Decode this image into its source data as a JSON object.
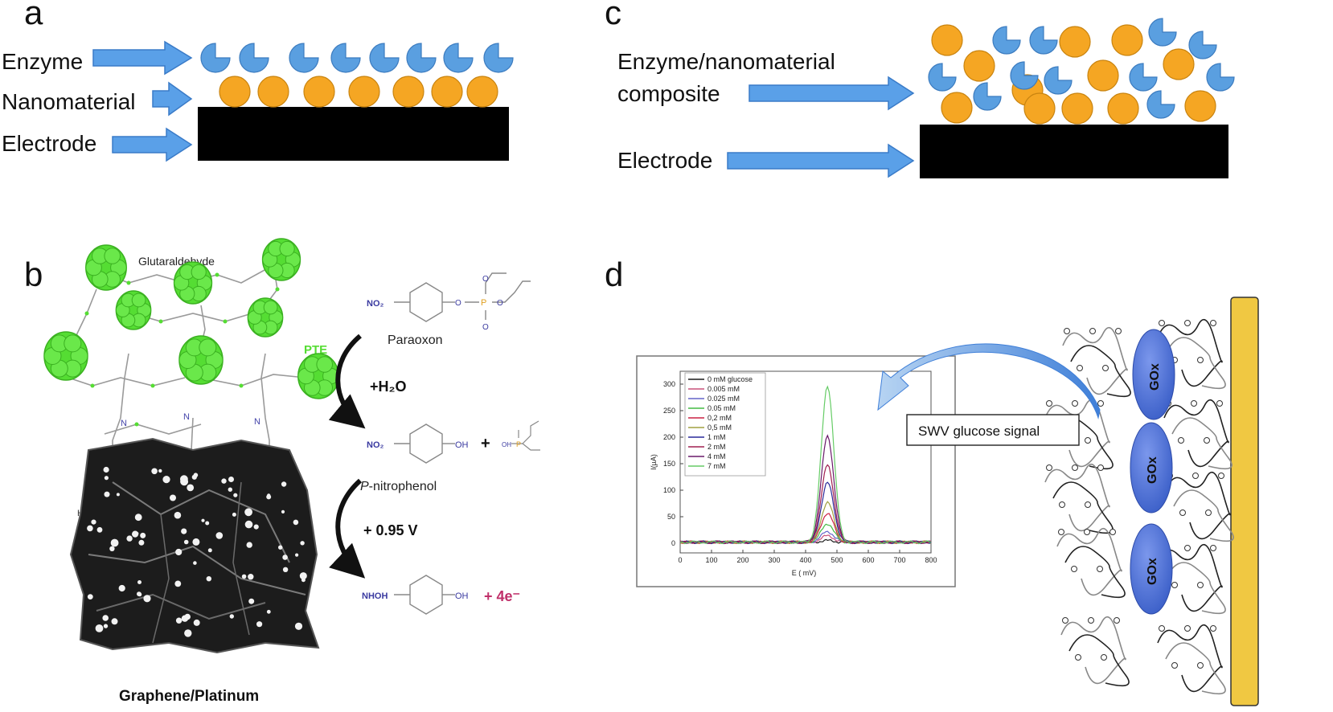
{
  "panels": {
    "a": {
      "letter": "a",
      "labels": [
        "Enzyme",
        "Nanomaterial",
        "Electrode"
      ]
    },
    "b": {
      "letter": "b",
      "crosslinker": "Glutaraldehyde",
      "enzyme": "PTE",
      "hydroxyl_left": "HO",
      "hydroxyl_right": "OH",
      "substrate_name": "Paraoxon",
      "step1": "+H₂O",
      "product_name_prefix": "P",
      "product_name_suffix": "-nitrophenol",
      "step2": "+ 0.95 V",
      "no2": "NO₂",
      "oh": "OH",
      "plus": "+",
      "nhoh": "NHOH",
      "electrons": "+ 4e⁻",
      "support": "Graphene/Platinum",
      "amine_label": "NH",
      "n_label": "N",
      "o_label": "O",
      "p_label": "P"
    },
    "c": {
      "letter": "c",
      "labels": [
        "Enzyme/nanomaterial",
        "composite",
        "Electrode"
      ]
    },
    "d": {
      "letter": "d",
      "signal_label": "SWV glucose signal",
      "enzyme_label": "GOx"
    }
  },
  "chart_data": {
    "type": "line",
    "xlabel": "E ( mV)",
    "ylabel": "I(µA)",
    "xlim": [
      0,
      800
    ],
    "ylim": [
      -10,
      310
    ],
    "xticks": [
      0,
      100,
      200,
      300,
      400,
      500,
      600,
      700,
      800
    ],
    "yticks": [
      0,
      50,
      100,
      150,
      200,
      250,
      300
    ],
    "peak_x": 470,
    "legend_position": "top-left",
    "series": [
      {
        "name": "0 mM glucose",
        "color": "#1a1a1a",
        "peak": 3
      },
      {
        "name": "0.005 mM",
        "color": "#c8507a",
        "peak": 12
      },
      {
        "name": "0.025 mM",
        "color": "#6464c8",
        "peak": 20
      },
      {
        "name": "0.05 mM",
        "color": "#44bb44",
        "peak": 35
      },
      {
        "name": "0,2 mM",
        "color": "#cc2244",
        "peak": 55
      },
      {
        "name": "0,5 mM",
        "color": "#a0a040",
        "peak": 75
      },
      {
        "name": "1 mM",
        "color": "#2a2a9a",
        "peak": 112
      },
      {
        "name": "2 mM",
        "color": "#a02050",
        "peak": 145
      },
      {
        "name": "4 mM",
        "color": "#6a1a6a",
        "peak": 200
      },
      {
        "name": "7 mM",
        "color": "#66cc66",
        "peak": 295
      }
    ]
  },
  "colors": {
    "enzyme_blue": "#5a9fe0",
    "enzyme_stroke": "#3b7bbf",
    "nano_orange": "#f5a623",
    "nano_stroke": "#c98410",
    "arrow_blue": "#5aa0e8",
    "arrow_stroke": "#3a7bc8",
    "electrode": "#000000",
    "pte_green": "#55dd33",
    "gox_blue": "#4f74d9",
    "gold_electrode": "#f0c842"
  }
}
